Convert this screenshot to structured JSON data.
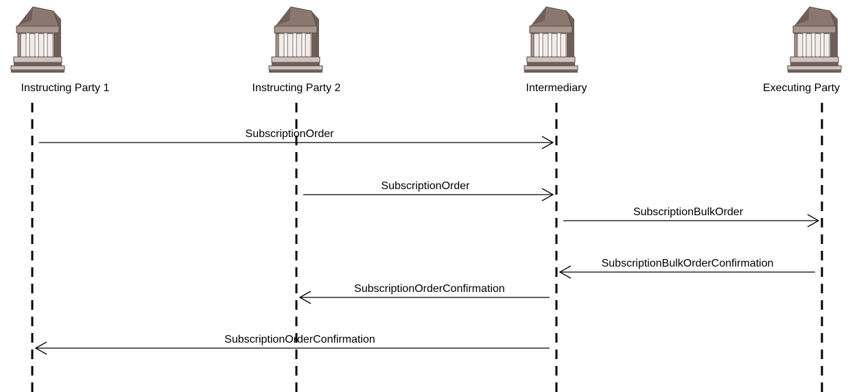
{
  "participants": [
    {
      "id": "ip1",
      "label": "Instructing Party 1",
      "icon": "bank-building-icon"
    },
    {
      "id": "ip2",
      "label": "Instructing Party 2",
      "icon": "bank-building-icon"
    },
    {
      "id": "int",
      "label": "Intermediary",
      "icon": "bank-building-icon"
    },
    {
      "id": "exp",
      "label": "Executing Party",
      "icon": "bank-building-icon"
    }
  ],
  "messages": [
    {
      "from": "ip1",
      "to": "int",
      "label": "SubscriptionOrder"
    },
    {
      "from": "ip2",
      "to": "int",
      "label": "SubscriptionOrder"
    },
    {
      "from": "int",
      "to": "exp",
      "label": "SubscriptionBulkOrder"
    },
    {
      "from": "exp",
      "to": "int",
      "label": "SubscriptionBulkOrderConfirmation"
    },
    {
      "from": "int",
      "to": "ip2",
      "label": "SubscriptionOrderConfirmation"
    },
    {
      "from": "int",
      "to": "ip1",
      "label": "SubscriptionOrderConfirmation"
    }
  ]
}
